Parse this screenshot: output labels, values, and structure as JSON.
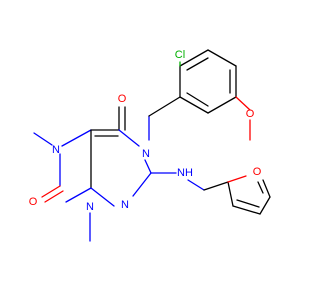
{
  "atoms": {
    "cl": "Cl",
    "o_carbonyl_top": "O",
    "o_carbonyl_bottom": "O",
    "o_methoxy": "O",
    "o_furan": "O",
    "n1": "N",
    "n3": "N",
    "n7": "N",
    "n9": "N",
    "nh": "NH"
  },
  "colors": {
    "bond": "#000000",
    "oxygen": "#ff0000",
    "nitrogen": "#0000ff",
    "chlorine": "#00b000"
  }
}
